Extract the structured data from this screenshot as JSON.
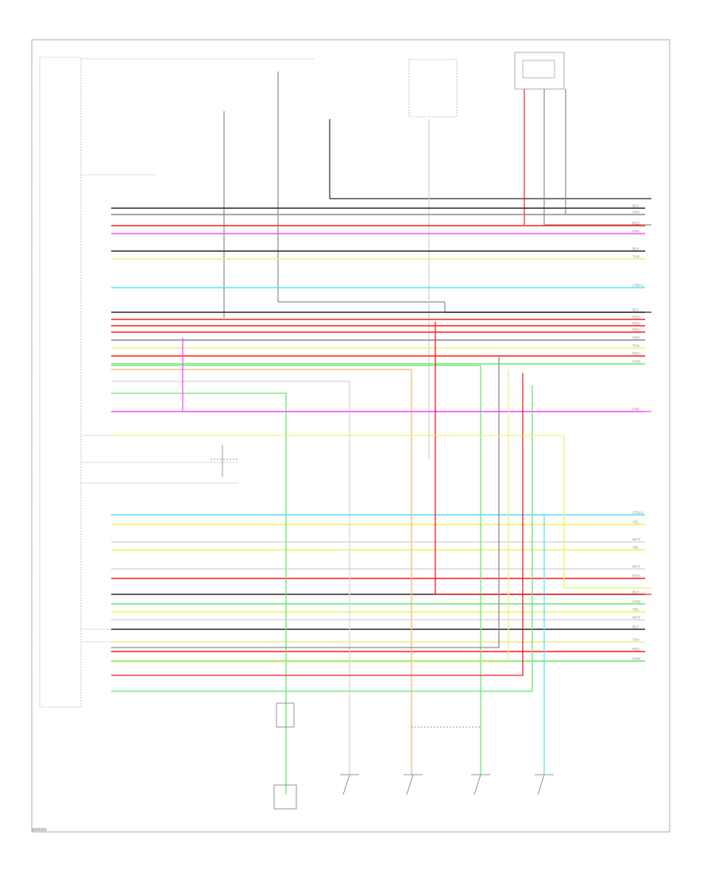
{
  "diagram": {
    "page_code": "W00000",
    "wire_colors": {
      "BLK": "#2a2a2a",
      "GRY": "#8c8c8c",
      "RED": "#ff1f1f",
      "PNK": "#ff4dff",
      "TAN": "#f0ee86",
      "LTBLU": "#5ae6ef",
      "GRN": "#6ae86a",
      "YEL": "#f4f05a",
      "WHT": "#d8d8d8",
      "ORN": "#f5b87a"
    },
    "harness_wires": [
      {
        "color": "BLK",
        "label": "BLK"
      },
      {
        "color": "GRY",
        "label": "GRY"
      },
      {
        "color": "RED",
        "label": "RED"
      },
      {
        "color": "PNK",
        "label": "PNK"
      },
      {
        "color": "BLK",
        "label": "BLK"
      },
      {
        "color": "TAN",
        "label": "TAN"
      },
      {
        "color": "LTBLU",
        "label": "LTBLU"
      },
      {
        "color": "BLK",
        "label": "BLK"
      },
      {
        "color": "RED",
        "label": "RED"
      },
      {
        "color": "RED",
        "label": "RED"
      },
      {
        "color": "RED",
        "label": "RED"
      },
      {
        "color": "GRY",
        "label": "GRY"
      },
      {
        "color": "TAN",
        "label": "TAN"
      },
      {
        "color": "RED",
        "label": "RED"
      },
      {
        "color": "GRN",
        "label": "GRN"
      },
      {
        "color": "PNK",
        "label": "PNK"
      },
      {
        "color": "LTBLU",
        "label": "LTBLU"
      },
      {
        "color": "YEL",
        "label": "YEL"
      },
      {
        "color": "WHT",
        "label": "WHT"
      },
      {
        "color": "YEL",
        "label": "YEL"
      },
      {
        "color": "WHT",
        "label": "WHT"
      },
      {
        "color": "RED",
        "label": "RED"
      },
      {
        "color": "BLK",
        "label": "BLK"
      },
      {
        "color": "GRN",
        "label": "GRN"
      },
      {
        "color": "YEL",
        "label": "YEL"
      },
      {
        "color": "WHT",
        "label": "WHT"
      },
      {
        "color": "BLK",
        "label": "BLK"
      },
      {
        "color": "TAN",
        "label": "TAN"
      },
      {
        "color": "RED",
        "label": "RED"
      },
      {
        "color": "GRN",
        "label": "GRN"
      }
    ]
  }
}
